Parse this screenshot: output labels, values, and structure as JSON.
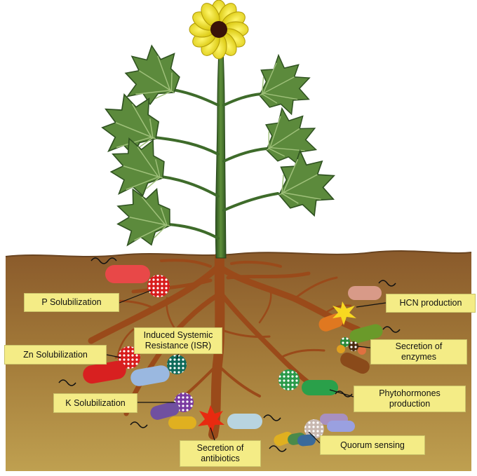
{
  "labels": {
    "p_solubilization": "P Solubilization",
    "hcn_production": "HCN production",
    "induced_systemic_resistance": "Induced Systemic\nResistance (ISR)",
    "zn_solubilization": "Zn Solubilization",
    "secretion_of_enzymes": "Secretion of\nenzymes",
    "k_solubilization": "K Solubilization",
    "phytohormones_production": "Phytohormones\nproduction",
    "quorum_sensing": "Quorum sensing",
    "secretion_of_antibiotics": "Secretion of\nantibiotics"
  },
  "colors": {
    "sky": "#ffffff",
    "soil_top": "#8a5a2b",
    "soil_bottom": "#b8944a",
    "stem": "#3e6b2a",
    "leaf": "#5c8a3c",
    "root": "#9a4a1a",
    "petal": "#f2e51a",
    "flower_center": "#3a1208",
    "label_bg": "#f4ec86"
  }
}
